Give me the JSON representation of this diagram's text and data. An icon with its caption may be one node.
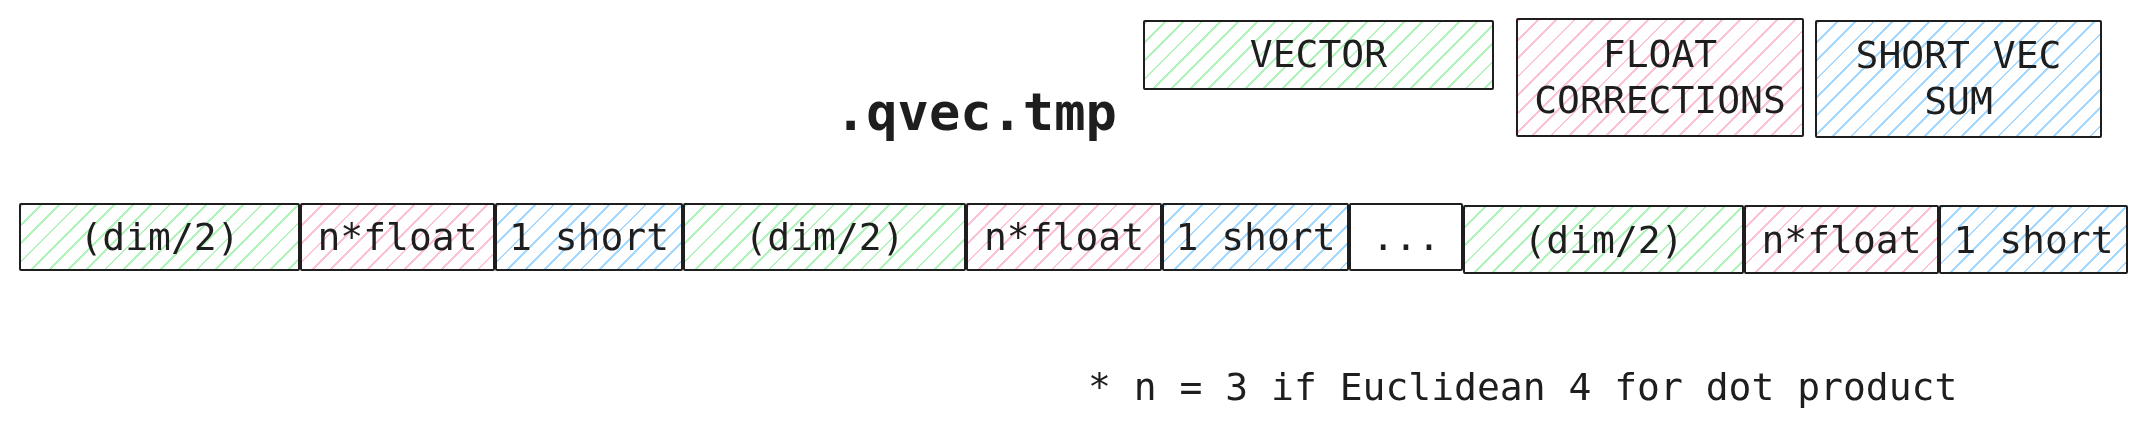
{
  "diagram": {
    "title": ".qvec.tmp",
    "nodes": [
      {
        "text": [
          "(dim/2)"
        ]
      },
      {
        "text": [
          "n*float"
        ]
      },
      {
        "text": [
          "1 short"
        ]
      },
      {
        "text": [
          "(dim/2)"
        ]
      },
      {
        "text": [
          "n*float"
        ]
      },
      {
        "text": [
          "1 short"
        ]
      },
      {
        "text": [
          "..."
        ]
      },
      {
        "text": [
          "(dim/2)"
        ]
      },
      {
        "text": [
          "n*float"
        ]
      },
      {
        "text": [
          "1 short"
        ]
      }
    ],
    "edges": [],
    "labels": [
      "* n = 3 if Euclidean 4 for dot product"
    ],
    "legend": [
      {
        "text": "VECTOR",
        "color": "#b2f2bb"
      },
      {
        "text": "FLOAT CORRECTIONS",
        "color": "#fcc2d7"
      },
      {
        "text": "SHORT VEC SUM",
        "color": "#a5d8ff"
      }
    ]
  }
}
